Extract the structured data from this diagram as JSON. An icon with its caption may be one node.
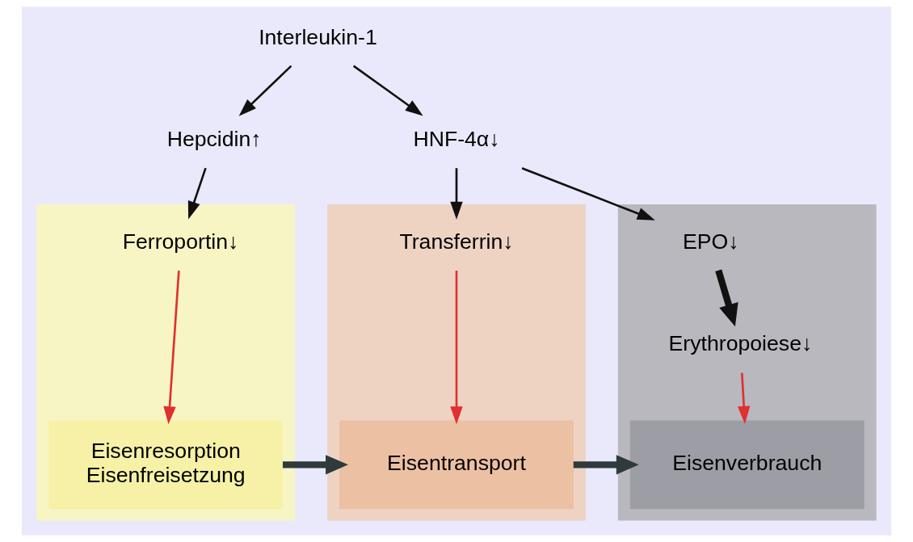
{
  "diagram": {
    "nodes": [
      {
        "text": [
          "Interleukin-1"
        ]
      },
      {
        "text": [
          "Hepcidin↑"
        ]
      },
      {
        "text": [
          "HNF-4α↓"
        ]
      },
      {
        "text": [],
        "shape": "box"
      },
      {
        "text": [],
        "shape": "box"
      },
      {
        "text": [],
        "shape": "box"
      },
      {
        "text": [
          "Ferroportin↓"
        ],
        "in": 3
      },
      {
        "text": [
          "Transferrin↓"
        ],
        "in": 4
      },
      {
        "text": [
          "EPO↓"
        ],
        "in": 5
      },
      {
        "text": [
          "Erythropoiese↓"
        ],
        "in": 5
      },
      {
        "text": [
          "Eisenresorption",
          "Eisenfreisetzung"
        ],
        "in": 3
      },
      {
        "text": [
          "Eisentransport"
        ],
        "in": 4
      },
      {
        "text": [
          "Eisenverbrauch"
        ],
        "in": 5
      }
    ],
    "edges": [
      {
        "from": 0,
        "to": 1,
        "arrow": "to"
      },
      {
        "from": 0,
        "to": 2,
        "arrow": "to"
      },
      {
        "from": 1,
        "to": 6,
        "arrow": "to"
      },
      {
        "from": 2,
        "to": 7,
        "arrow": "to"
      },
      {
        "from": 2,
        "to": 8,
        "arrow": "to"
      },
      {
        "from": 6,
        "to": 10,
        "arrow": "to",
        "color": "#e03030"
      },
      {
        "from": 7,
        "to": 11,
        "arrow": "to",
        "color": "#e03030"
      },
      {
        "from": 8,
        "to": 9,
        "arrow": "to",
        "style": "thick"
      },
      {
        "from": 9,
        "to": 12,
        "arrow": "to",
        "color": "#e03030"
      },
      {
        "from": 10,
        "to": 11,
        "arrow": "to",
        "style": "thick",
        "color": "#2f3a3c"
      },
      {
        "from": 11,
        "to": 12,
        "arrow": "to",
        "style": "thick",
        "color": "#2f3a3c"
      }
    ]
  }
}
